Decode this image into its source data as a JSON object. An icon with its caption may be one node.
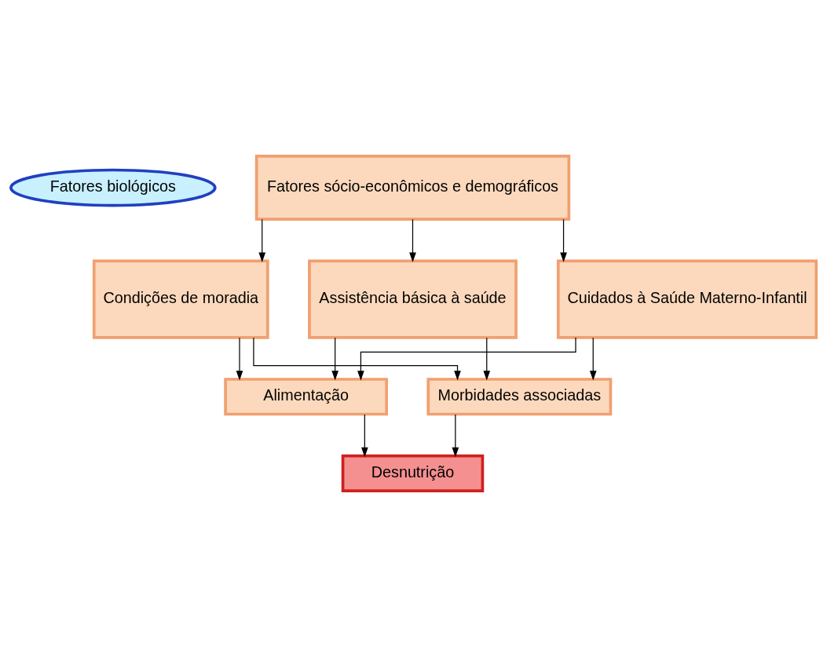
{
  "diagram": {
    "nodes": [
      {
        "text": [
          "Fatores biológicos"
        ]
      },
      {
        "text": [
          "Fatores sócio-econômicos e demográficos"
        ]
      },
      {
        "text": [
          "Condições de moradia"
        ]
      },
      {
        "text": [
          "Assistência básica à saúde"
        ]
      },
      {
        "text": [
          "Cuidados à Saúde Materno-Infantil"
        ]
      },
      {
        "text": [
          "Alimentação"
        ]
      },
      {
        "text": [
          "Morbidades associadas"
        ]
      },
      {
        "text": [
          "Desnutrição"
        ]
      }
    ],
    "edges": [
      {
        "from": 1,
        "to": 2,
        "arrow": "to"
      },
      {
        "from": 1,
        "to": 3,
        "arrow": "to"
      },
      {
        "from": 1,
        "to": 4,
        "arrow": "to"
      },
      {
        "from": 2,
        "to": 5,
        "arrow": "to"
      },
      {
        "from": 2,
        "to": 6,
        "arrow": "to"
      },
      {
        "from": 3,
        "to": 5,
        "arrow": "to"
      },
      {
        "from": 3,
        "to": 6,
        "arrow": "to"
      },
      {
        "from": 4,
        "to": 5,
        "arrow": "to"
      },
      {
        "from": 4,
        "to": 6,
        "arrow": "to"
      },
      {
        "from": 5,
        "to": 7,
        "arrow": "to"
      },
      {
        "from": 6,
        "to": 7,
        "arrow": "to"
      }
    ]
  }
}
